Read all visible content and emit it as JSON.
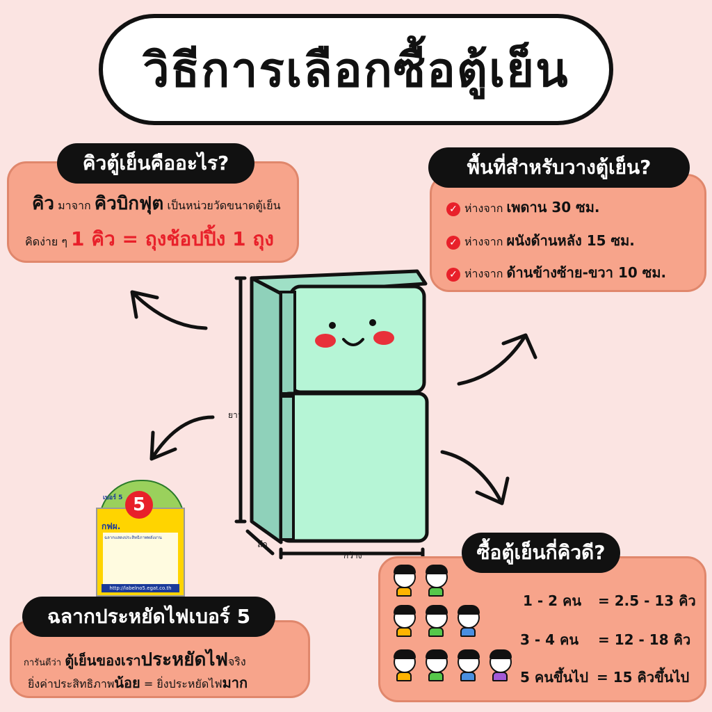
{
  "title": "วิธีการเลือกซื้อตู้เย็น",
  "what_is_cubic": {
    "heading": "คิวตู้เย็นคืออะไร?",
    "line1_a": "คิว",
    "line1_b": "มาจาก",
    "line1_c": "คิวบิกฟุต",
    "line1_d": "เป็นหน่วยวัดขนาดตู้เย็น",
    "line2_a": "คิดง่าย ๆ",
    "line2_b": "1 คิว = ถุงช้อปปิ้ง 1 ถุง"
  },
  "placement": {
    "heading": "พื้นที่สำหรับวางตู้เย็น?",
    "items": [
      {
        "prefix": "ห่างจาก",
        "value": "เพดาน 30 ซม."
      },
      {
        "prefix": "ห่างจาก",
        "value": "ผนังด้านหลัง 15 ซม."
      },
      {
        "prefix": "ห่างจาก",
        "value": "ด้านข้างซ้าย-ขวา 10 ซม."
      }
    ]
  },
  "fridge_dims": {
    "height": "ยาว",
    "depth": "ลึก",
    "width": "กว้าง"
  },
  "label5": {
    "badge": "เบอร์ 5",
    "number": "5",
    "org": "กฟผ.",
    "line": "ฉลากแสดงประสิทธิภาพพลังงาน",
    "url": "http://labelno5.egat.co.th"
  },
  "label_section": {
    "heading": "ฉลากประหยัดไฟเบอร์ 5",
    "line1_a": "การันตีว่า",
    "line1_b": "ตู้เย็นของเรา",
    "line1_c": "ประหยัดไฟ",
    "line1_d": "จริง",
    "line2_a": "ยิ่งค่าประสิทธิภาพ",
    "line2_b": "น้อย",
    "line2_c": "= ยิ่งประหยัดไฟ",
    "line2_d": "มาก"
  },
  "size_guide": {
    "heading": "ซื้อตู้เย็นกี่คิวดี?",
    "rows": [
      {
        "people": "1 - 2 คน",
        "size": "= 2.5 - 13 คิว"
      },
      {
        "people": "3 - 4 คน",
        "size": "= 12 - 18 คิว"
      },
      {
        "people": "5 คนขึ้นไป",
        "size": "= 15 คิวขึ้นไป"
      }
    ]
  },
  "colors": {
    "background": "#fbe4e2",
    "panel": "#f7a48b",
    "accent_red": "#e8202a",
    "fridge": "#b6f5d6"
  }
}
